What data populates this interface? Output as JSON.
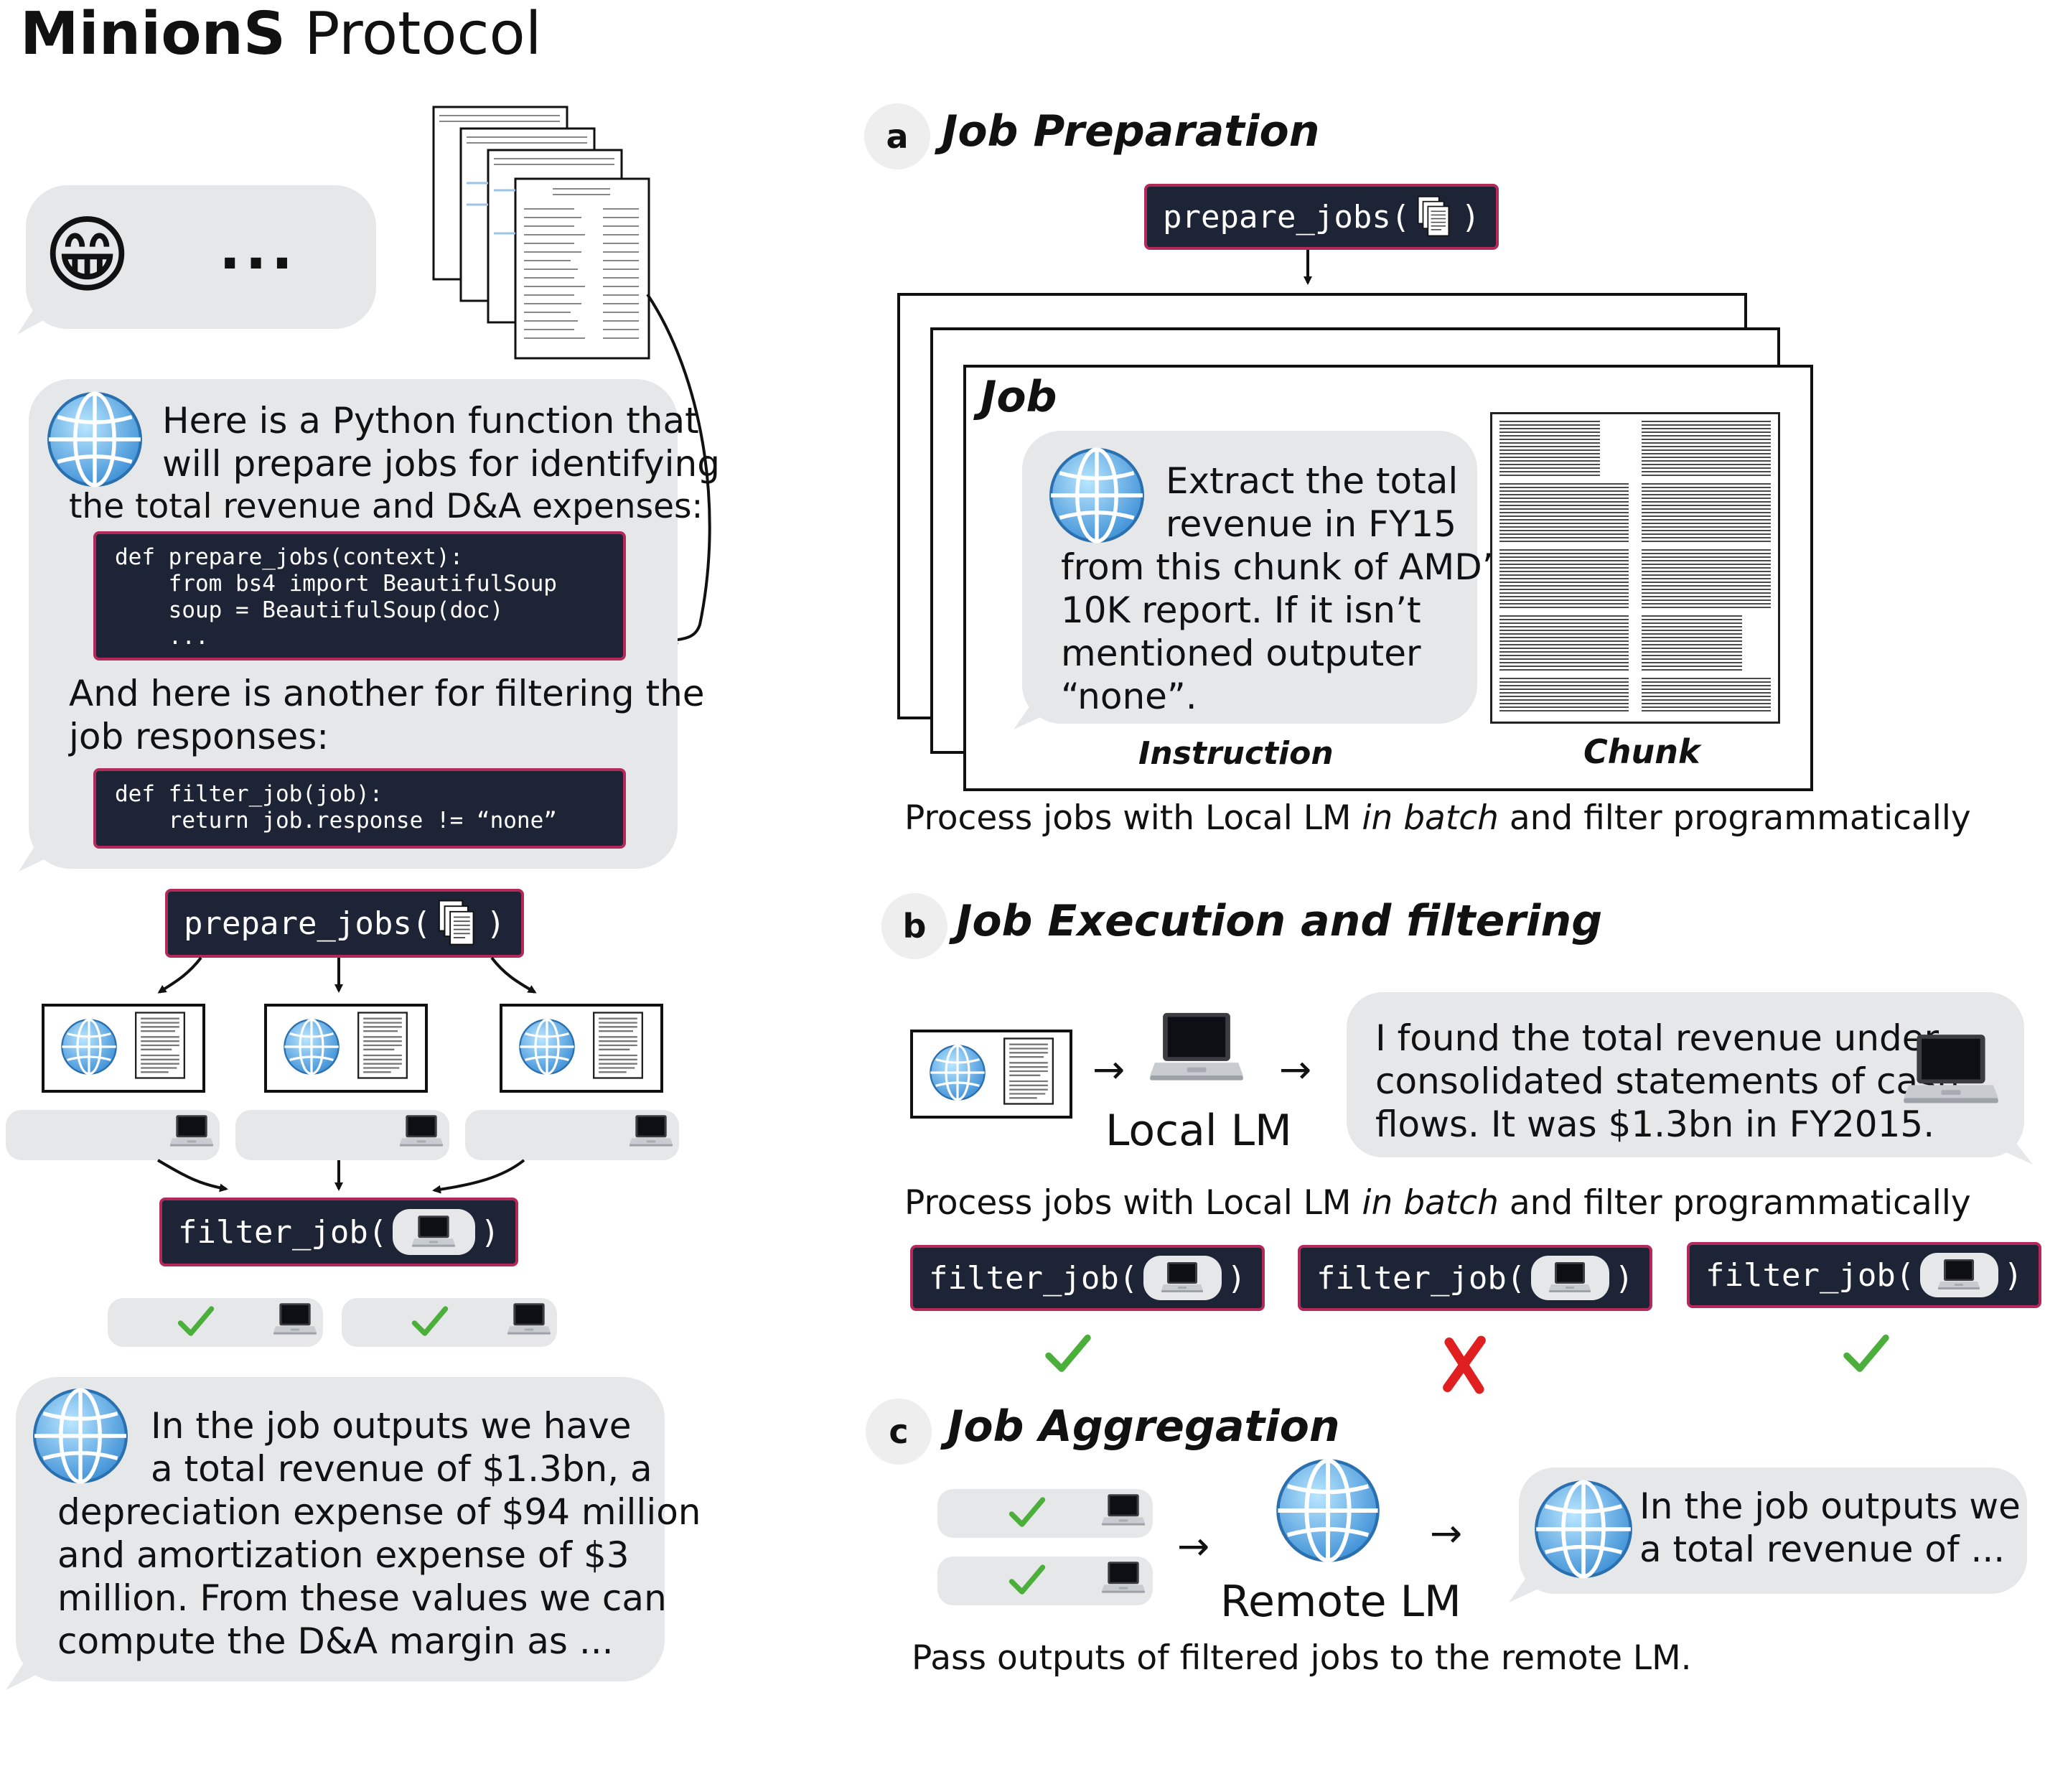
{
  "title": {
    "bold": "MinionS",
    "rest": " Protocol"
  },
  "user_bubble": {
    "emoji": "😁",
    "text": "..."
  },
  "remote_bubble": {
    "line1": "Here is a Python function that",
    "line2": "will prepare jobs for identifying",
    "line3": "the total revenue and D&A expenses:",
    "code1": "def prepare_jobs(context):\n    from bs4 import BeautifulSoup\n    soup = BeautifulSoup(doc)\n    ...",
    "line4": "And here is another for filtering the",
    "line5": "job responses:",
    "code2": "def filter_job(job):\n    return job.response != “none”"
  },
  "left_flow": {
    "prepare_fn": "prepare_jobs(",
    "filter_fn": "filter_job(",
    "close": ")"
  },
  "final_bubble": {
    "line1": "In the job outputs we have",
    "line2": "a total revenue of $1.3bn, a",
    "line3": "depreciation expense of $94 million",
    "line4": "and amortization expense of $3",
    "line5": "million. From these values we can",
    "line6": "compute the D&A margin as ..."
  },
  "section_a": {
    "letter": "a",
    "heading": "Job Preparation",
    "prepare_fn": "prepare_jobs(",
    "close": ")",
    "job_label": "Job",
    "instruction_lines": [
      "Extract the total",
      "revenue in FY15",
      "from this chunk of AMD’s",
      "10K report. If it isn’t",
      "mentioned outputer",
      "“none”."
    ],
    "instruction_label": "Instruction",
    "chunk_label": "Chunk",
    "caption_pre": "Process jobs with Local LM ",
    "caption_em": "in batch",
    "caption_post": " and filter programmatically"
  },
  "section_b": {
    "letter": "b",
    "heading": "Job Execution and filtering",
    "arrow": "→",
    "local_lm": "Local LM",
    "response_lines": [
      "I found the total revenue under",
      "consolidated statements of cash",
      "flows. It was $1.3bn in FY2015."
    ],
    "caption_pre": "Process jobs with Local LM ",
    "caption_em": "in batch",
    "caption_post": " and filter programmatically",
    "filter_fn": "filter_job(",
    "close": ")",
    "results": [
      "pass",
      "fail",
      "pass"
    ]
  },
  "section_c": {
    "letter": "c",
    "heading": "Job Aggregation",
    "arrow": "→",
    "remote_lm": "Remote LM",
    "output_lines": [
      "In the job outputs we",
      "a total revenue of ..."
    ],
    "caption": "Pass outputs of filtered jobs to the remote LM."
  },
  "colors": {
    "code_bg": "#1d2436",
    "code_border": "#b32a5a",
    "bubble": "#e6e7e9",
    "check": "#4caf3c",
    "cross": "#e02020"
  }
}
